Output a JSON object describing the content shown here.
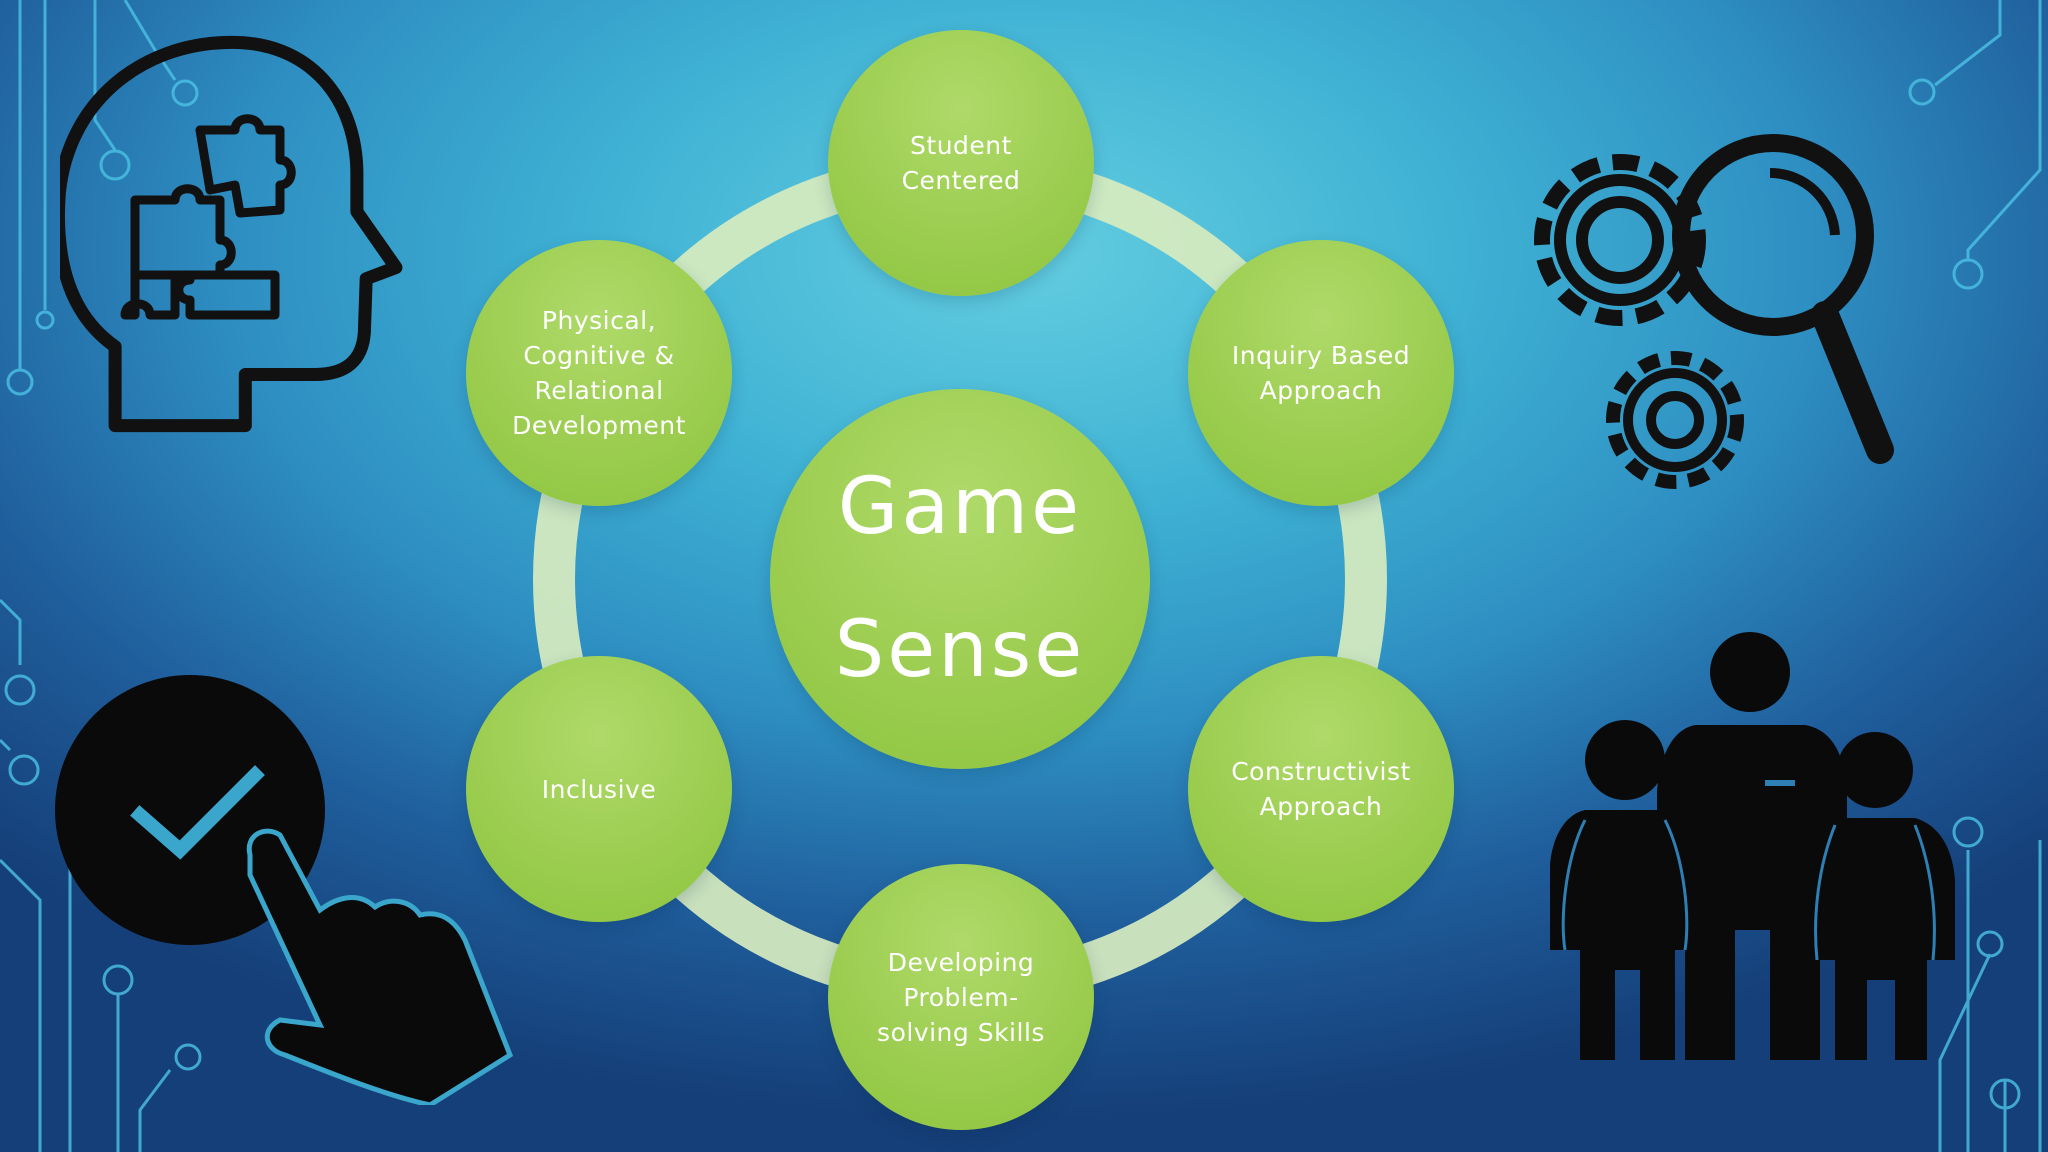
{
  "center": {
    "title": "Game\nSense"
  },
  "nodes": [
    {
      "label": "Student\nCentered"
    },
    {
      "label": "Inquiry Based\nApproach"
    },
    {
      "label": "Constructivist\nApproach"
    },
    {
      "label": "Developing\nProblem-\nsolving Skills"
    },
    {
      "label": "Inclusive"
    },
    {
      "label": "Physical,\nCognitive &\nRelational\nDevelopment"
    }
  ],
  "colors": {
    "node_green": "#9ccd50",
    "ring": "#d7ecbf",
    "icon": "#0a0a0a",
    "circuit_lines": "#4cc3e6"
  },
  "icons": {
    "top_left": "head-puzzle-icon",
    "top_right": "gears-magnifier-icon",
    "bottom_left": "checkmark-hand-icon",
    "bottom_right": "teacher-students-icon"
  }
}
